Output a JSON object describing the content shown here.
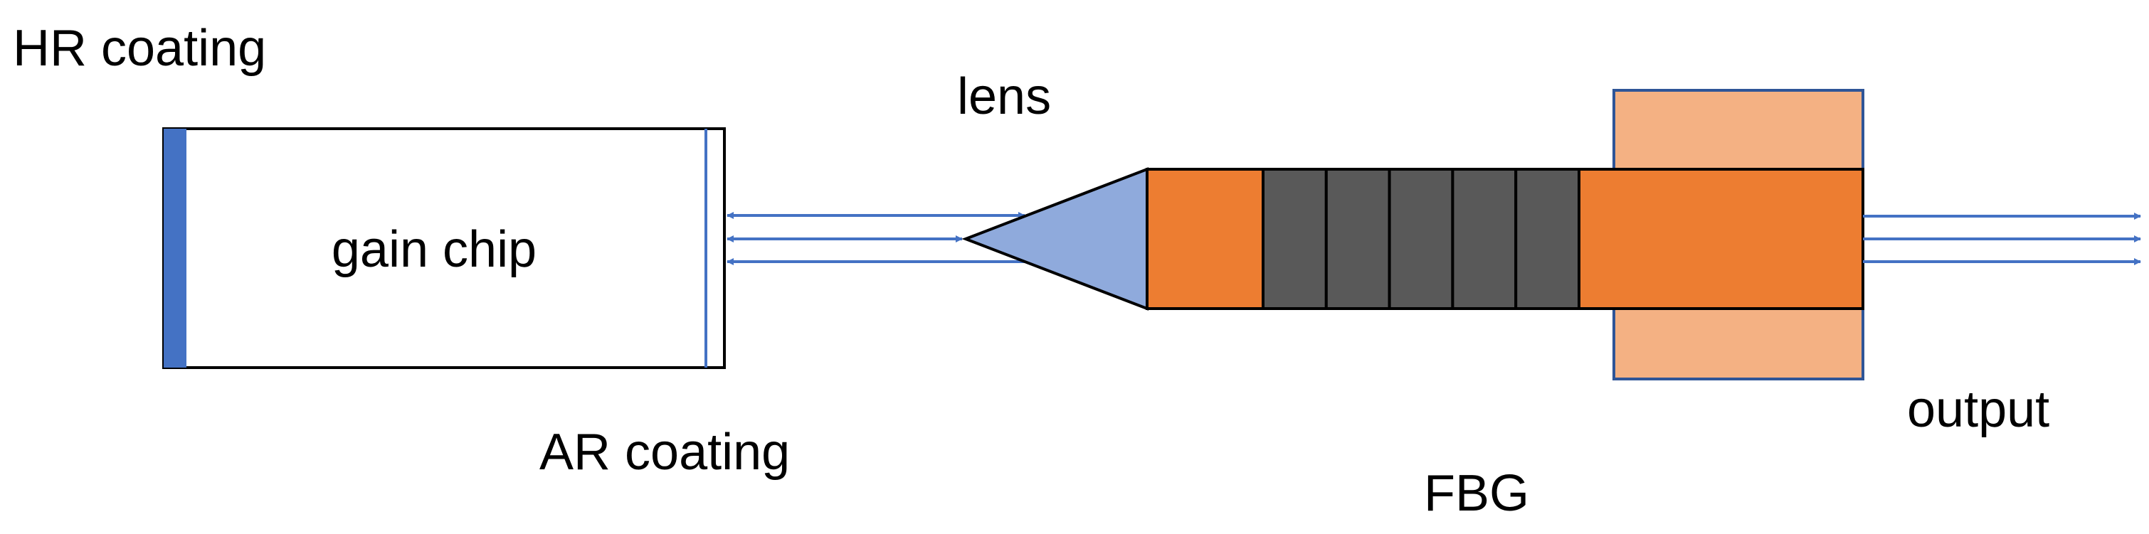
{
  "labels": {
    "hr_coating": "HR coating",
    "gain_chip": "gain chip",
    "ar_coating": "AR coating",
    "lens": "lens",
    "fbg": "FBG",
    "output": "output"
  },
  "grating": {
    "segment_count": 5
  },
  "beams": {
    "output_arrow_count": 3
  },
  "colors": {
    "hr_coating": "#4472c4",
    "ar_coating": "#4472c4",
    "beam": "#4472c4",
    "lens": "#8faadc",
    "fiber": "#ed7d31",
    "ferrule": "#f4b183",
    "ferrule_border": "#2f5597",
    "grating": "#595959",
    "outline": "#000000",
    "chip_fill": "#ffffff"
  }
}
